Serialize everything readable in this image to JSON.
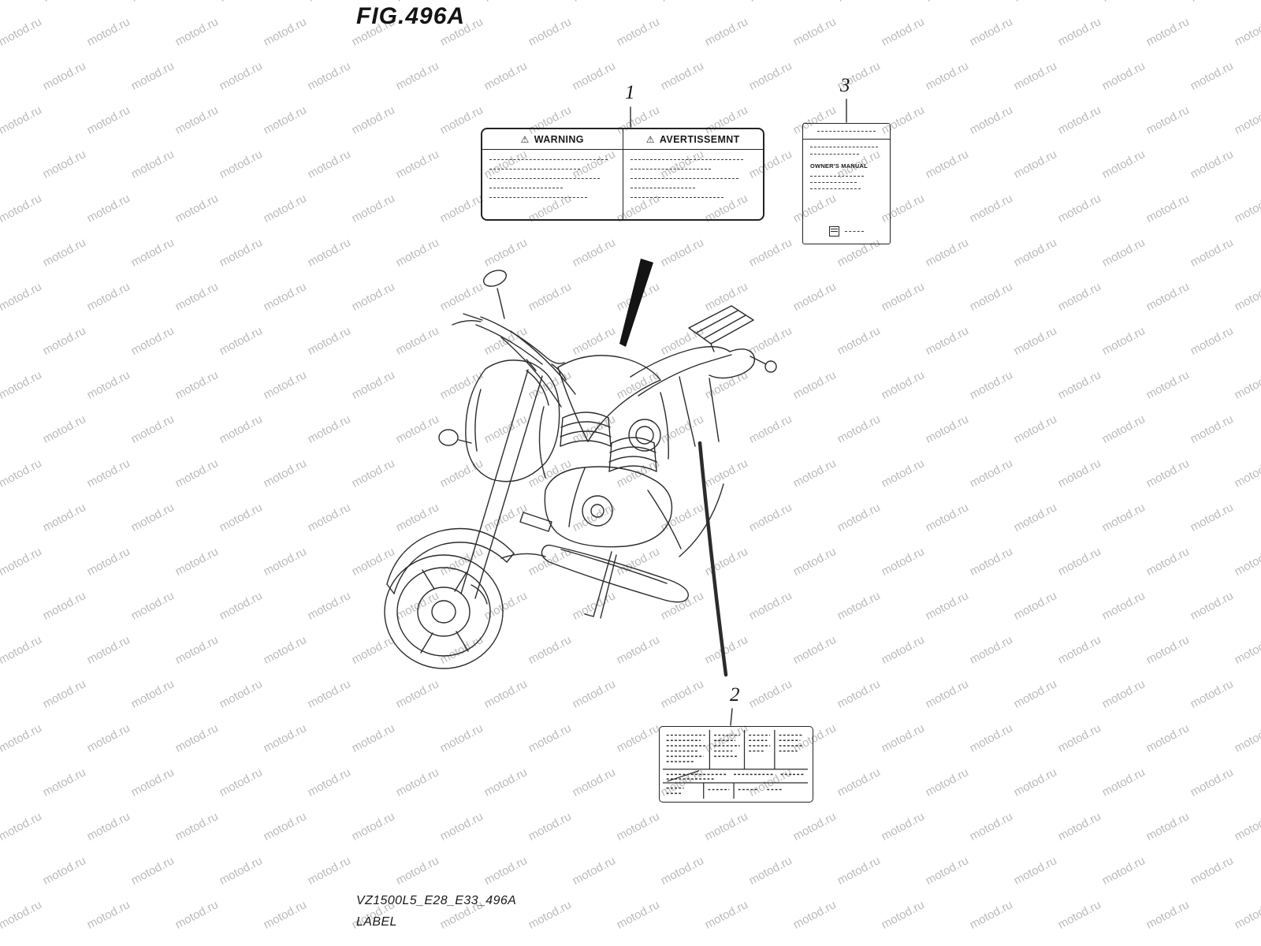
{
  "watermark": {
    "text": "motod.ru"
  },
  "title": "FIG.496A",
  "callouts": {
    "part1": "1",
    "part2": "2",
    "part3": "3"
  },
  "warning_label": {
    "icon": "⚠",
    "left_header": "WARNING",
    "right_header": "AVERTISSEMNT"
  },
  "manual_label": {
    "title": "OWNER'S MANUAL"
  },
  "footer": {
    "code": "VZ1500L5_E28_E33_496A",
    "caption": "LABEL"
  }
}
